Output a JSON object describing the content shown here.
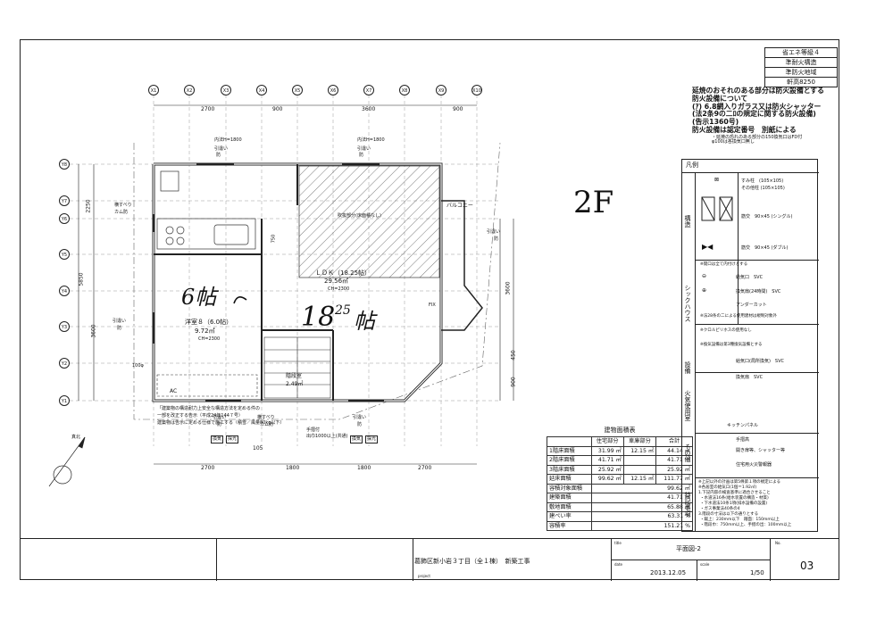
{
  "top_right_table": [
    "省エネ等級４",
    "準耐火構造",
    "準防火地域",
    "軒高8250"
  ],
  "fire_note": {
    "lines": [
      "延焼のおそれのある部分は防火設備とする",
      "防火設備について",
      "(ｱ) 6.8網入りガラス又は防火シャッター",
      "(法2条9の二ﾛの規定に関する防火設備)",
      "(告示1360号)",
      "防火設備は認定番号　別紙による"
    ],
    "sub": [
      "・延焼の恐れのある部分の150換気口はFD付",
      "φ100は各換気口無し"
    ]
  },
  "grid_labels_x": [
    "X1",
    "X2",
    "X3",
    "X4",
    "X5",
    "X6",
    "X7",
    "X8",
    "X9",
    "X10"
  ],
  "grid_labels_y": [
    "Y8",
    "Y7",
    "Y6",
    "Y5",
    "Y4",
    "Y3",
    "Y2",
    "Y1"
  ],
  "dims_top": [
    "2700",
    "900",
    "3600",
    "900"
  ],
  "dims_bottom": [
    "2700",
    "1800",
    "1800",
    "2700"
  ],
  "dims_bottom_sub": "105",
  "dims_left": [
    "2250",
    "5850",
    "3600"
  ],
  "dims_right": [
    "3600",
    "450",
    "900"
  ],
  "rooms": {
    "ldk_label": "ＬＤＫ（18.25帖）",
    "ldk_area": "29.56㎡",
    "ldk_ch": "CH=2300",
    "room_label": "洋室８（6.0帖）",
    "room_area": "9.72㎡",
    "room_ch": "CH=2300",
    "balcony": "バルコニー",
    "stair": "階段室",
    "stair_area": "2.49㎡",
    "void_note": "吹抜部分(床面積なし)",
    "ac": "AC",
    "tesuri": "手摺付",
    "tesuri2": "出巾1000以上(共通)"
  },
  "plan_labels": {
    "hikichigai": "引違い",
    "bo": "防",
    "kamu": "カム防",
    "kanki": "換気",
    "shukan": "採光",
    "takamado": "横すべり",
    "north": "真北",
    "naiban": "内法H=1800",
    "fixed": "FIX",
    "dim_750": "750",
    "dim_100": "100φ"
  },
  "handwriting": {
    "floor": "2F",
    "room": "6帖",
    "ldk": "18",
    "ldk_sup": "25",
    "ldk_unit": "帖"
  },
  "area_table": {
    "title": "建物面積表",
    "headers": [
      "",
      "住宅部分",
      "車庫部分",
      "合計"
    ],
    "rows": [
      [
        "1階床面積",
        "31.99 ㎡",
        "12.15 ㎡",
        "44.14 ㎡"
      ],
      [
        "2階床面積",
        "41.71 ㎡",
        "",
        "41.71 ㎡"
      ],
      [
        "3階床面積",
        "25.92 ㎡",
        "",
        "25.92 ㎡"
      ],
      [
        "延床面積",
        "99.62 ㎡",
        "12.15 ㎡",
        "111.77 ㎡"
      ]
    ],
    "summary": [
      [
        "容積対象面積",
        "99.62 ㎡"
      ],
      [
        "建築面積",
        "41.71 ㎡"
      ],
      [
        "敷地面積",
        "65.88 ㎡"
      ],
      [
        "建ぺい率",
        "63.31 %"
      ],
      [
        "容積率",
        "151.21 %"
      ]
    ]
  },
  "note_box": [
    "「建築物の構造耐力上安全な構造方法を定める件の",
    "一部を改正する告示（平成24年144７号）",
    "建築物は告示に定める仕様で施工する（積雪／風量80kg以下）"
  ],
  "legend": {
    "title": "凡例",
    "kozo": "構造",
    "sick": "シックハウス",
    "setsubi": "設備",
    "kaki": "火気使用室",
    "sonota": "その他",
    "tokki": "特記事項",
    "items": [
      "すみ柱　(105×105)",
      "その他柱 (105×105)",
      "筋交　90×45 (シングル)",
      "筋交　90×45 (ダブル)",
      "給気口　SVC",
      "換気扇(24時間)　SVC",
      "アンダーカット",
      "給気口(局所換気)　SVC",
      "換気扇　SVC",
      "キッチンパネル",
      "手摺高",
      "開き扉等、シャッター等",
      "住宅用火災警報器"
    ],
    "notes": [
      "※開口は全て内付けとする",
      "※法28条の二による使用建材は規制対象外",
      "※クロルピリホスの使用なし",
      "※換気設備は第3種換気設備とする"
    ],
    "tokki_notes": [
      "※上記以外の計画は第5條第１項の規定による",
      "※各居室の給気口(1個＝1.92㎡)",
      "1.下記内容の検査基準に適合させること",
      "・水道法16条(給水装置の構造・材質)",
      "・下水道法10条1項(排水設備の設置)",
      "・ガス事業法40条の4",
      "3.階段の寸法は以下の通りとする",
      "・蹴上：230mm以下　踏面：150mm以上",
      "・階段巾：750mm以上、手摺の出：100mm以上"
    ]
  },
  "title_block": {
    "project": "葛飾区新小岩３丁目（全１棟）　新築工事",
    "project_label": "project",
    "title_label": "title",
    "title": "平面図-2",
    "date_label": "date",
    "date": "2013.12.05",
    "scale_label": "scale",
    "scale": "1/50",
    "no_label": "No.",
    "no": "03"
  }
}
